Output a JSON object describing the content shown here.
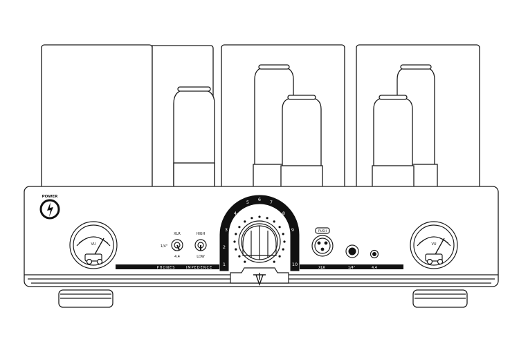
{
  "power": {
    "label": "POWER"
  },
  "input_switch": {
    "label_top": "XLR",
    "label_left": "1/4\"",
    "label_bottom": "4.4"
  },
  "impedance_switch": {
    "label_top": "HIGH",
    "label_bottom": "LOW"
  },
  "volume": {
    "scale": [
      "1",
      "2",
      "3",
      "4",
      "5",
      "6",
      "7",
      "8",
      "9",
      "10"
    ]
  },
  "xlr_jack": {
    "push_label": "PUSH"
  },
  "vu_meter": {
    "unit_label": "VU"
  },
  "front_strip": {
    "phones_label": "PHONES",
    "impedence_label": "IMPEDENCE",
    "xlr_label": "XLR",
    "quarter_inch_label": "1/4\"",
    "four_four_label": "4.4"
  },
  "colors": {
    "line": "#1a1a1a",
    "fill": "#ffffff",
    "accent": "#111111"
  }
}
